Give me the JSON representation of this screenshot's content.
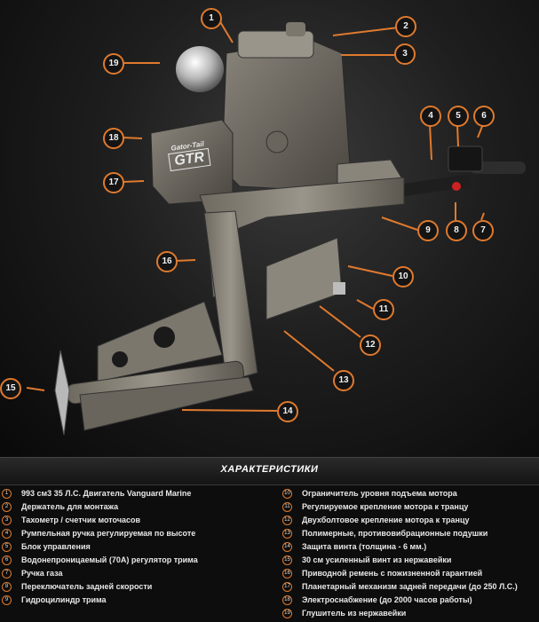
{
  "diagram": {
    "badge_line1": "Gator-Tail",
    "badge_line2": "GTR",
    "callouts": [
      "1",
      "2",
      "3",
      "4",
      "5",
      "6",
      "7",
      "8",
      "9",
      "10",
      "11",
      "12",
      "13",
      "14",
      "15",
      "16",
      "17",
      "18",
      "19"
    ],
    "accent_color": "#e07a2e"
  },
  "specs": {
    "title": "ХАРАКТЕРИСТИКИ",
    "left": [
      {
        "num": "1",
        "text": "993 см3 35 Л.С. Двигатель Vanguard Marine"
      },
      {
        "num": "2",
        "text": "Держатель  для  монтажа"
      },
      {
        "num": "3",
        "text": "Тахометр / счетчик моточасов"
      },
      {
        "num": "4",
        "text": "Румпельная ручка регулируемая по высоте"
      },
      {
        "num": "5",
        "text": "Блок управления"
      },
      {
        "num": "6",
        "text": "Водонепроницаемый (70А) регулятор трима"
      },
      {
        "num": "7",
        "text": "Ручка газа"
      },
      {
        "num": "8",
        "text": "Переключатель задней скорости"
      },
      {
        "num": "9",
        "text": "Гидроцилиндр трима"
      }
    ],
    "right": [
      {
        "num": "10",
        "text": "Ограничитель уровня подъема мотора"
      },
      {
        "num": "11",
        "text": "Регулируемое крепление мотора к транцу"
      },
      {
        "num": "12",
        "text": "Двухболтовое крепление мотора к транцу"
      },
      {
        "num": "13",
        "text": "Полимерные, противовибрационные подушки"
      },
      {
        "num": "14",
        "text": "Защита винта (толщина - 6 мм.)"
      },
      {
        "num": "15",
        "text": "30 см усиленный винт из нержавейки"
      },
      {
        "num": "16",
        "text": "Приводной ремень с пожизненной гарантией"
      },
      {
        "num": "17",
        "text": "Планетарный механизм задней передачи (до 250 Л.С.)"
      },
      {
        "num": "18",
        "text": "Электроснабжение (до 2000 часов работы)"
      },
      {
        "num": "19",
        "text": "Глушитель из нержавейки"
      }
    ]
  }
}
